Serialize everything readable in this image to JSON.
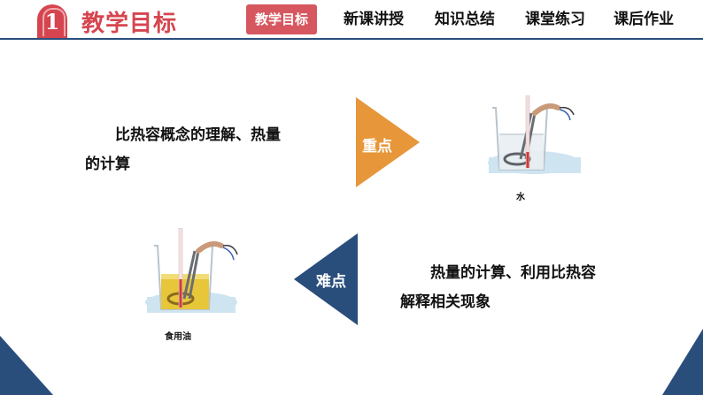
{
  "header": {
    "section_number": "1",
    "title": "教学目标",
    "nav": [
      {
        "label": "教学目标",
        "active": true
      },
      {
        "label": "新课讲授",
        "active": false
      },
      {
        "label": "知识总结",
        "active": false
      },
      {
        "label": "课堂练习",
        "active": false
      },
      {
        "label": "课后作业",
        "active": false
      }
    ]
  },
  "key_point": {
    "text_line1": "比热容概念的理解、热量",
    "text_line2": "的计算",
    "label": "重点",
    "image_caption": "水",
    "color": "#e7963a"
  },
  "difficult_point": {
    "text_line1": "热量的计算、利用比热容",
    "text_line2": "解释相关现象",
    "label": "难点",
    "image_caption": "食用油",
    "color": "#2a4e7c"
  },
  "colors": {
    "accent_red": "#d6454f",
    "navy": "#2a4e7c",
    "orange": "#e7963a"
  }
}
